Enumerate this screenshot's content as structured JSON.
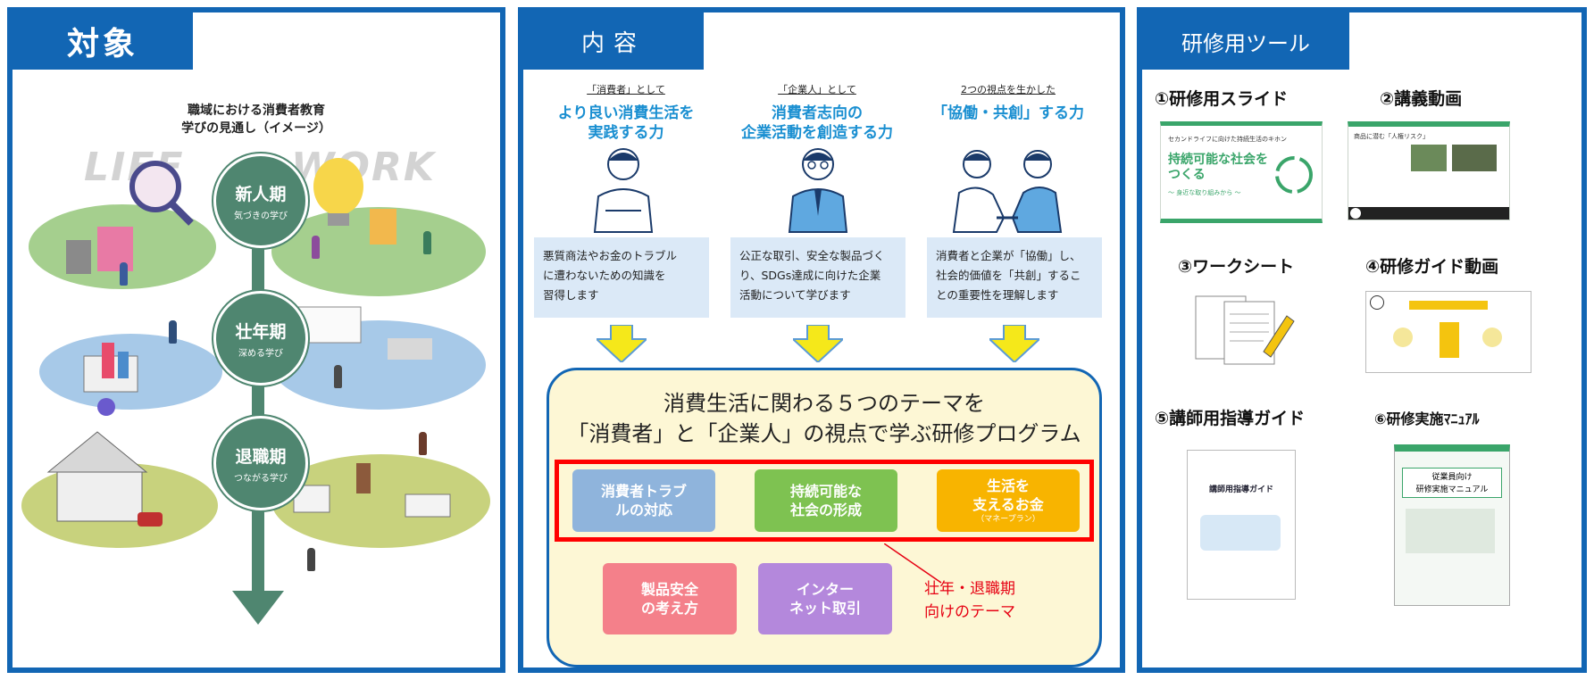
{
  "panel1": {
    "title": "対象",
    "heading_line1": "職域における消費者教育",
    "heading_line2": "学びの見通し（イメージ）",
    "left_word": "LIFE",
    "right_word": "WORK",
    "stages": [
      {
        "name": "新人期",
        "sub": "気づきの学び"
      },
      {
        "name": "壮年期",
        "sub": "深める学び"
      },
      {
        "name": "退職期",
        "sub": "つながる学び"
      }
    ]
  },
  "panel2": {
    "title": "内容",
    "columns": [
      {
        "small": "「消費者」として",
        "head_line1": "より良い消費生活を",
        "head_line2": "実践する力",
        "desc_line1": "悪質商法やお金のトラブル",
        "desc_line2": "に遭わないための知識を",
        "desc_line3": "習得します"
      },
      {
        "small": "「企業人」として",
        "head_line1": "消費者志向の",
        "head_line2": "企業活動を創造する力",
        "desc_line1": "公正な取引、安全な製品づく",
        "desc_line2": "り、SDGs達成に向けた企業",
        "desc_line3": "活動について学びます"
      },
      {
        "small": "2つの視点を生かした",
        "head_line1": "「協働・共創」する力",
        "head_line2": "",
        "desc_line1": "消費者と企業が「協働」し、",
        "desc_line2": "社会的価値を「共創」するこ",
        "desc_line3": "との重要性を理解します"
      }
    ],
    "program_line1": "消費生活に関わる５つのテーマを",
    "program_line2": "「消費者」と「企業人」の視点で学ぶ研修プログラム",
    "themes": [
      {
        "line1": "消費者トラブ",
        "line2": "ルの対応",
        "small": "",
        "color": "#8fb4dc"
      },
      {
        "line1": "持続可能な",
        "line2": "社会の形成",
        "small": "",
        "color": "#7ec251"
      },
      {
        "line1": "生活を",
        "line2": "支えるお金",
        "small": "（マネープラン）",
        "color": "#f8b400"
      },
      {
        "line1": "製品安全",
        "line2": "の考え方",
        "small": "",
        "color": "#f4808a"
      },
      {
        "line1": "インター",
        "line2": "ネット取引",
        "small": "",
        "color": "#b488dc"
      }
    ],
    "highlight_line1": "壮年・退職期",
    "highlight_line2": "向けのテーマ"
  },
  "panel3": {
    "title": "研修用ツール",
    "tools": [
      {
        "label": "①研修用スライド"
      },
      {
        "label": "②講義動画"
      },
      {
        "label": "③ワークシート"
      },
      {
        "label": "④研修ガイド動画"
      },
      {
        "label": "⑤講師用指導ガイド"
      },
      {
        "label": "⑥研修実施ﾏﾆｭｱﾙ"
      }
    ],
    "slide": {
      "top": "セカンドライフに向けた持続生活のキホン",
      "title_line1": "持続可能な社会を",
      "title_line2": "つくる",
      "sub": "〜 身近な取り組みから 〜"
    },
    "video": {
      "top": "",
      "heading": "商品に潜む「人権リスク」"
    },
    "teacher_guide": {
      "title": "講師用指導ガイド"
    },
    "manual": {
      "title_line1": "従業員向け",
      "title_line2": "研修実施マニュアル"
    }
  }
}
